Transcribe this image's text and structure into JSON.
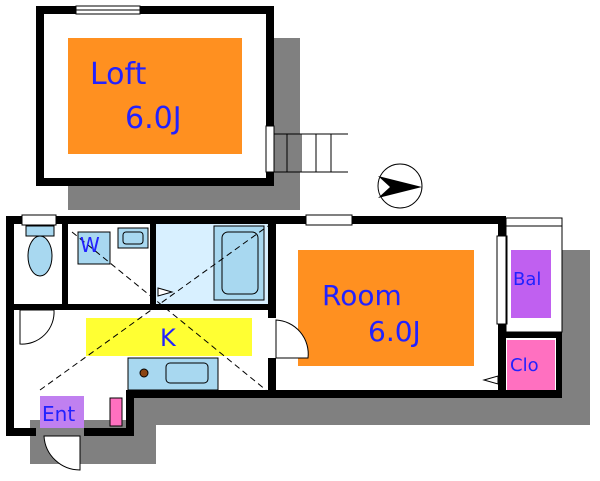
{
  "rooms": {
    "loft": {
      "name": "Loft",
      "size": "6.0J"
    },
    "room": {
      "name": "Room",
      "size": "6.0J"
    },
    "kitchen": {
      "name": "K"
    },
    "toilet": {
      "name": "W"
    },
    "balcony": {
      "name": "Bal"
    },
    "closet": {
      "name": "Clo"
    },
    "entrance": {
      "name": "Ent"
    }
  },
  "colors": {
    "wall": "#000000",
    "shadow": "#808080",
    "room_fill": "#ff9020",
    "kitchen_fill": "#ffff33",
    "bath_fill": "#a8d8f0",
    "bath_area": "#d8f0ff",
    "balcony_fill": "#c060f0",
    "closet_fill": "#ff70c0",
    "entrance_fill": "#c080f0",
    "label_text": "#2222ff"
  },
  "icons": [
    "compass-north-arrow-icon"
  ]
}
